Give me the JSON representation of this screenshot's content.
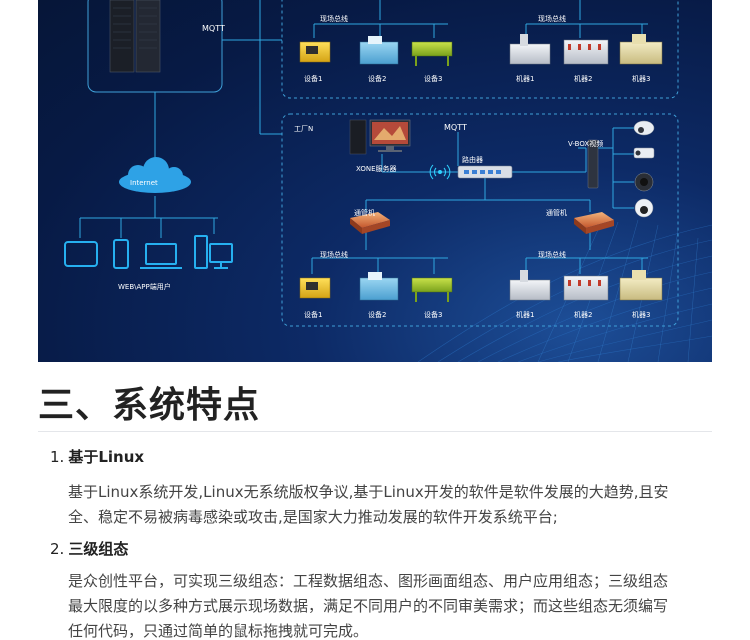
{
  "diagram": {
    "labels": {
      "mqtt_top": "MQTT",
      "fieldbus_top_left": "现场总线",
      "fieldbus_top_right": "现场总线",
      "device1_top": "设备1",
      "device2_top": "设备2",
      "device3_top": "设备3",
      "station1_top": "机器1",
      "station2_top": "机器2",
      "station3_top": "机器3",
      "factory_n": "工厂N",
      "xone_server": "XONE服务器",
      "mqtt_mid": "MQTT",
      "vbox_video": "V-BOX视频",
      "router": "路由器",
      "gateway_left": "通管机",
      "gateway_right": "通管机",
      "fieldbus_bottom_left": "现场总线",
      "fieldbus_bottom_right": "现场总线",
      "device1_bottom": "设备1",
      "device2_bottom": "设备2",
      "device3_bottom": "设备3",
      "station1_bottom": "机器1",
      "station2_bottom": "机器2",
      "station3_bottom": "机器3",
      "internet": "Internet",
      "web_app_users": "WEB\\APP端用户"
    },
    "colors": {
      "line": "#2fa7e0",
      "dashed_box": "#3fa0d8",
      "cloud": "#2ea2e6",
      "terminal": "#26b0f0"
    }
  },
  "article": {
    "heading": "三、系统特点",
    "items": [
      {
        "num": "1.",
        "title": "基于Linux",
        "lines": [
          "基于Linux系统开发,Linux无系统版权争议,基于Linux开发的软件是软件发展的大趋势,且安",
          "全、稳定不易被病毒感染或攻击,是国家大力推动发展的软件开发系统平台;"
        ]
      },
      {
        "num": "2.",
        "title": "三级组态",
        "lines": [
          "是众创性平台，可实现三级组态：工程数据组态、图形画面组态、用户应用组态；三级组态",
          "最大限度的以多种方式展示现场数据，满足不同用户的不同审美需求；而这些组态无须编写",
          "任何代码，只通过简单的鼠标拖拽就可完成。"
        ]
      }
    ]
  }
}
